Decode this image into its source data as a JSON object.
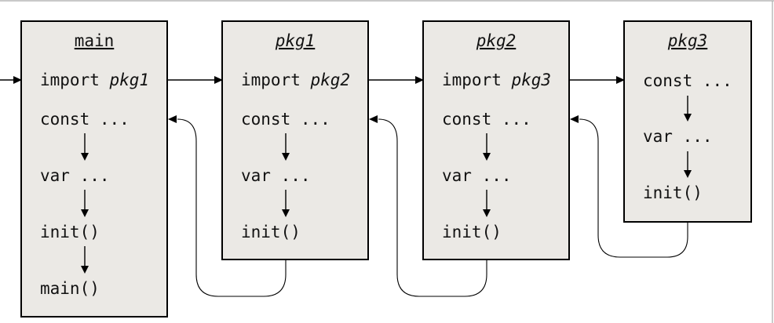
{
  "import_keyword": "import",
  "boxes": [
    {
      "id": "main",
      "title": "main",
      "title_italic": false,
      "import_target": "pkg1",
      "steps": [
        "const ...",
        "var ...",
        "init()",
        "main()"
      ]
    },
    {
      "id": "pkg1",
      "title": "pkg1",
      "title_italic": true,
      "import_target": "pkg2",
      "steps": [
        "const ...",
        "var ...",
        "init()"
      ]
    },
    {
      "id": "pkg2",
      "title": "pkg2",
      "title_italic": true,
      "import_target": "pkg3",
      "steps": [
        "const ...",
        "var ...",
        "init()"
      ]
    },
    {
      "id": "pkg3",
      "title": "pkg3",
      "title_italic": true,
      "import_target": null,
      "steps": [
        "const ...",
        "var ...",
        "init()"
      ]
    }
  ]
}
